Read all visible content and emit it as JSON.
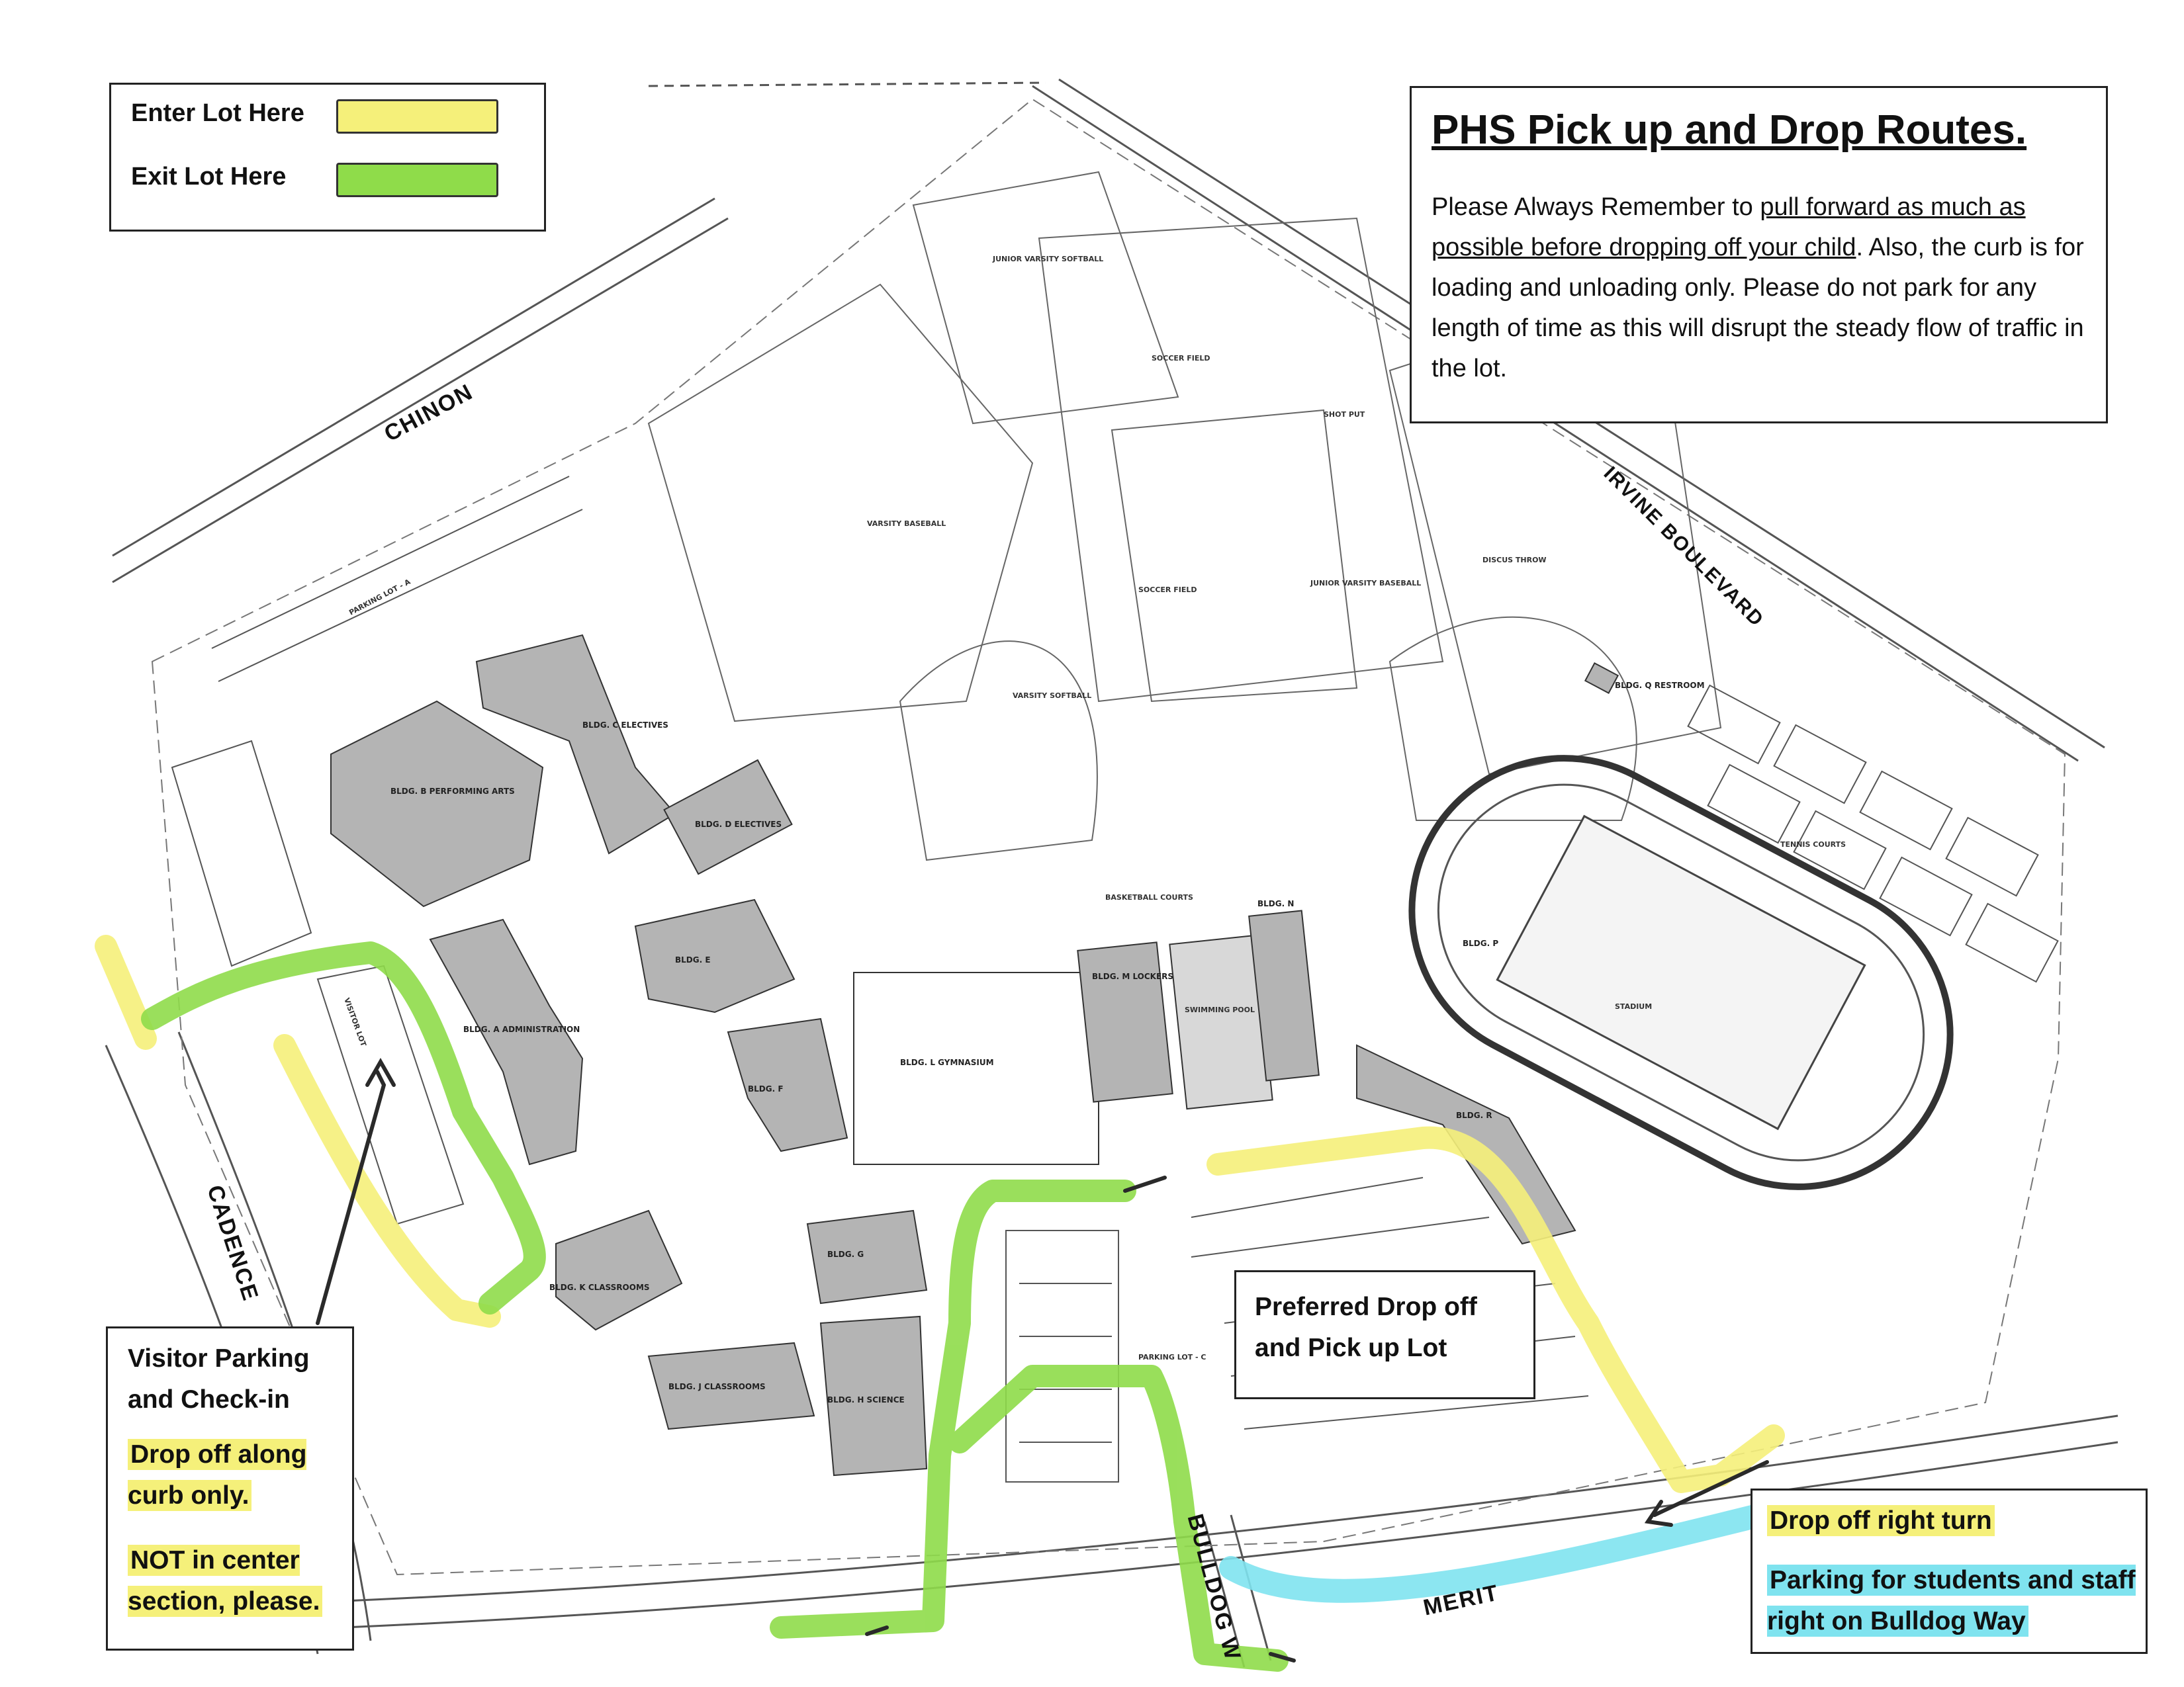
{
  "legend": {
    "enter_label": "Enter Lot Here",
    "exit_label": "Exit Lot Here",
    "enter_color": "#f5f07a",
    "exit_color": "#8fdc4a"
  },
  "info": {
    "title": "PHS Pick up and Drop Routes.",
    "note_intro": "Please Always Remember to ",
    "note_underlined": "pull forward as much as possible before dropping off your child",
    "note_rest": ".  Also, the curb is for loading and unloading only.  Please do not park for any length of time as this will disrupt the steady flow of traffic in the lot."
  },
  "visitor": {
    "heading": "Visitor Parking and Check-in",
    "curb": "Drop off along curb only.",
    "center": "NOT in center section, please."
  },
  "preferred": {
    "label": "Preferred Drop off and Pick up Lot"
  },
  "right_box": {
    "drop_off": "Drop off right turn",
    "parking": "Parking for students and staff right on Bulldog Way"
  },
  "streets": {
    "chinon": "CHINON",
    "irvine": "IRVINE BOULEVARD",
    "cadence": "CADENCE",
    "merit": "MERIT",
    "bulldog": "BULLDOG W"
  },
  "facilities": {
    "jv_softball": "JUNIOR VARSITY SOFTBALL",
    "soccer_field_1": "SOCCER FIELD",
    "soccer_field_2": "SOCCER FIELD",
    "varsity_baseball": "VARSITY BASEBALL",
    "jv_baseball": "JUNIOR VARSITY BASEBALL",
    "varsity_softball": "VARSITY SOFTBALL",
    "shot_put": "SHOT PUT",
    "discus": "DISCUS THROW",
    "basketball": "BASKETBALL COURTS",
    "tennis": "TENNIS COURTS",
    "stadium": "STADIUM",
    "pool": "SWIMMING POOL",
    "parking_lot_a": "PARKING LOT - A",
    "parking_lot_c": "PARKING LOT - C",
    "visitor_lot": "VISITOR LOT",
    "bldg_b": "BLDG. B PERFORMING ARTS",
    "bldg_c": "BLDG. C ELECTIVES",
    "bldg_d": "BLDG. D ELECTIVES",
    "bldg_e": "BLDG. E",
    "bldg_a": "BLDG. A ADMINISTRATION",
    "bldg_f": "BLDG. F",
    "bldg_l": "BLDG. L GYMNASIUM",
    "bldg_m": "BLDG. M LOCKERS",
    "bldg_n": "BLDG. N",
    "bldg_k": "BLDG. K CLASSROOMS",
    "bldg_g": "BLDG. G",
    "bldg_j": "BLDG. J CLASSROOMS",
    "bldg_h": "BLDG. H SCIENCE",
    "bldg_p": "BLDG. P",
    "bldg_r": "BLDG. R",
    "bldg_q": "BLDG. Q RESTROOM"
  }
}
